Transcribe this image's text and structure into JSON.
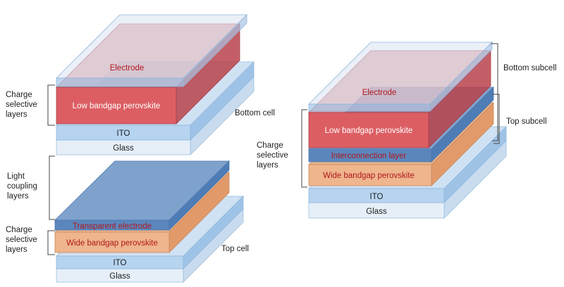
{
  "left": {
    "electrode": "Electrode",
    "low_bandgap": "Low bandgap perovskite",
    "ito_top": "ITO",
    "glass_top": "Glass",
    "bottom_cell": "Bottom cell",
    "charge_selective_top": [
      "Charge",
      "selective",
      "layers"
    ],
    "light_coupling": [
      "Light",
      "coupling",
      "layers"
    ],
    "transparent_electrode": "Transparent electrode",
    "wide_bandgap": "Wide bandgap perovskite",
    "charge_selective_bottom": [
      "Charge",
      "selective",
      "layers"
    ],
    "ito_bottom": "ITO",
    "glass_bottom": "Glass",
    "top_cell": "Top cell"
  },
  "right": {
    "bottom_subcell": "Bottom subcell",
    "electrode": "Electrode",
    "low_bandgap": "Low bandgap perovskite",
    "top_subcell": "Top subcell",
    "interconnection": "Interconnection layer",
    "wide_bandgap": "Wide bandgap perovskite",
    "charge_selective": [
      "Charge",
      "selective",
      "layers"
    ],
    "ito": "ITO",
    "glass": "Glass"
  },
  "colors": {
    "glass": "#e8f0f8",
    "ito": "#b4d4ee",
    "low_bandgap": "#d95a5f",
    "wide_bandgap": "#f0b48a",
    "electrode": "#cfd8ea",
    "transparent_electrode": "#6a93c4",
    "interconnection": "#5b87bd",
    "text_red": "#b0181c"
  }
}
